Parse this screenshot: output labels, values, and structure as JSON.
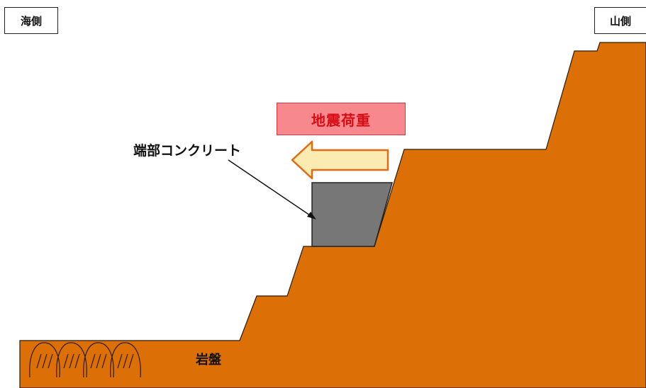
{
  "labels": {
    "sea_side": "海側",
    "mountain_side": "山側",
    "seismic_load": "地震荷重",
    "end_concrete": "端部コンクリート",
    "bedrock": "岩盤"
  },
  "colors": {
    "ground": "#dc6f06",
    "concrete": "#777777",
    "load_box_fill": "#f7898e",
    "load_text": "#d80c14",
    "arrow_fill": "#fcebb0",
    "arrow_stroke": "#e26a12"
  },
  "icons": {
    "load_arrow": "left-arrow-icon",
    "bedrock_marks": "rock-texture-icon"
  }
}
